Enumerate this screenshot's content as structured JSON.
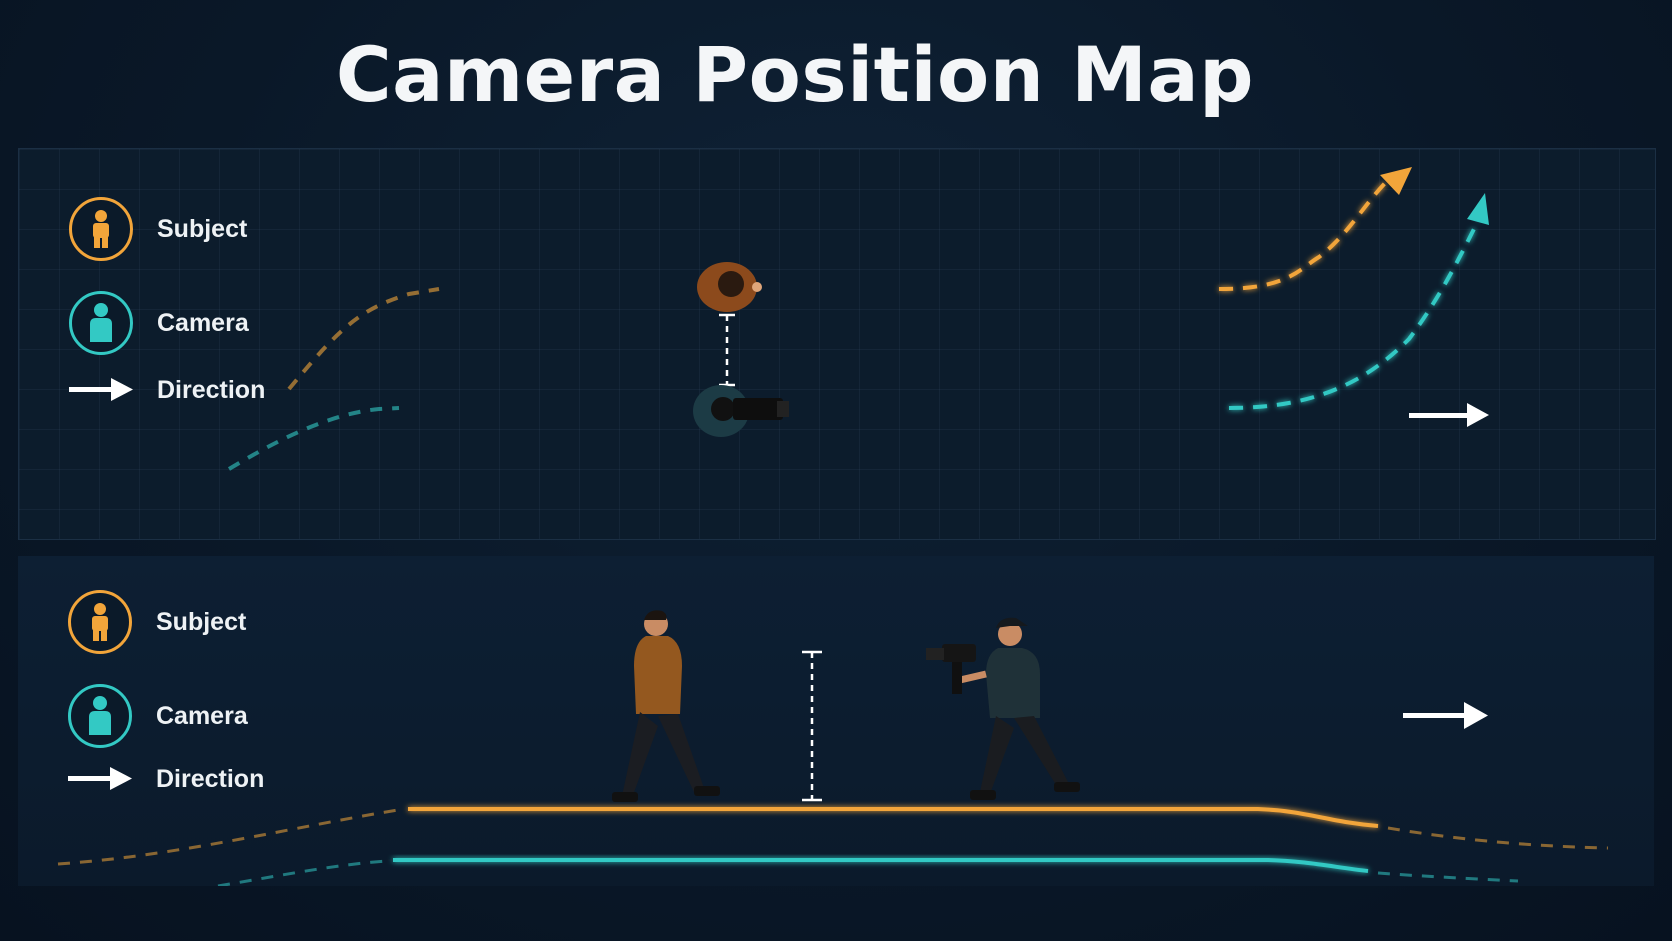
{
  "title": "Camera Position Map",
  "colors": {
    "subject": "#f2a53a",
    "camera": "#33c9c4",
    "background": "#0a1828",
    "arrow": "#ffffff"
  },
  "top_panel": {
    "legend": [
      {
        "icon": "subject-icon",
        "label": "Subject"
      },
      {
        "icon": "camera-icon",
        "label": "Camera"
      },
      {
        "icon": "direction-arrow-icon",
        "label": "Direction"
      }
    ]
  },
  "bottom_panel": {
    "legend": [
      {
        "icon": "subject-icon",
        "label": "Subject"
      },
      {
        "icon": "camera-icon",
        "label": "Camera"
      },
      {
        "icon": "direction-arrow-icon",
        "label": "Direction"
      }
    ]
  }
}
